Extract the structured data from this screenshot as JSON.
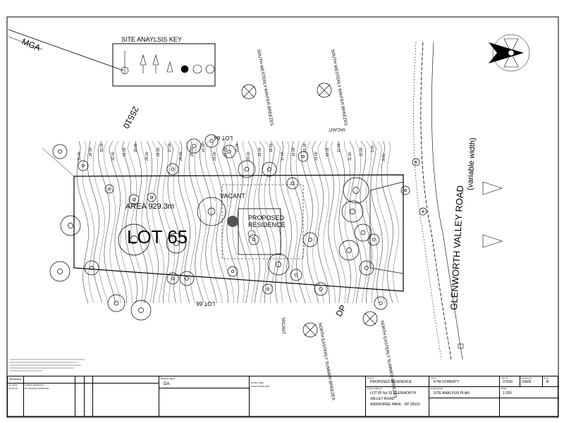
{
  "drawing": {
    "key_title": "SITE ANAYLSIS KEY",
    "mga_label": "MGA",
    "dp_number": "25510",
    "lot_north": "LOT 64",
    "lot_south": "LOT 66",
    "lot_main": "LOT 65",
    "area_label": "AREA 929.3m",
    "vacant_label": "VACANT",
    "vacant_top": "VACANT",
    "vacant_bottom": "VACANT",
    "proposed_label_1": "PROPOSED",
    "proposed_label_2": "RESIDENCE",
    "dp_label": "DP",
    "road_label": "GLENWORTH VALLEY ROAD",
    "road_width": "(variable width)",
    "breeze_sw_1": "SOUTH WESTERLY WINTER BREEZES",
    "breeze_sw_2": "SOUTH WESTERLY WINTER BREEZES",
    "breeze_ne_1": "NORTH EASTERLY SUMMER BREEZES",
    "breeze_ne_2": "NORTH EASTERLY SUMMER BREEZES",
    "contours": [
      "35.00",
      "34.00",
      "33.00",
      "32.00",
      "31.00",
      "30.00",
      "29.00",
      "28.00",
      "27.00",
      "26.00",
      "25.00",
      "24.00",
      "23.00",
      "22.00",
      "21.00",
      "20.00",
      "19.00",
      "18.00",
      "17.00",
      "16.00",
      "15.00",
      "14.00",
      "13.00",
      "12.00",
      "11.00",
      "10.00",
      "9.00",
      "8.00"
    ]
  },
  "title_block": {
    "revisions_header": "Revisions",
    "revisions": [
      {
        "date": "10.06.06",
        "desc": "CLIENT APPROVAL"
      },
      {
        "date": "20.06.06",
        "desc": "DA COUNCIL APPROVAL"
      }
    ],
    "drawing_status_label": "Drawing Status",
    "drawing_status": "DA",
    "firm_address": [
      "PO Box 1090",
      "Gosford NSW 2250"
    ],
    "project_label": "Project",
    "project_name": "PROPOSED RESIDENCE",
    "project_address_label": "Project Address",
    "project_address": [
      "LOT 65 No 33 GLENWORTH",
      "VALLEY ROAD",
      "WENDOREE PARK - DP 25510"
    ],
    "client_label": "Client",
    "client_name": "KYM DOHERTY",
    "drawing_title_label": "Drawing Title",
    "drawing_title": "SITE ANALYSIS PLAN",
    "job_no_label": "Job No",
    "job_no": "07030",
    "drawing_no_label": "Drawing No",
    "drawing_no": "DA06",
    "issue_label": "Issue",
    "issue": "B",
    "scale_label": "Scale",
    "scale": "1:250"
  }
}
